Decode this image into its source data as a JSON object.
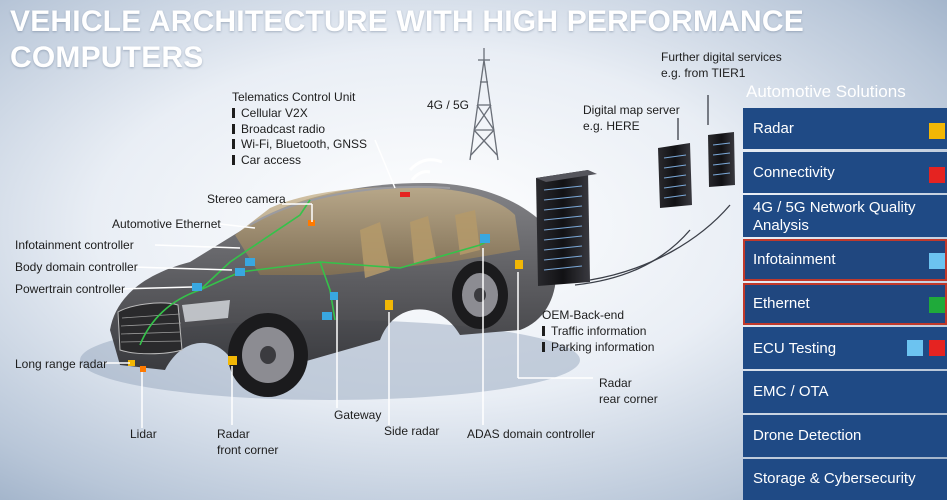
{
  "title_line1": "VEHICLE ARCHITECTURE WITH HIGH PERFORMANCE",
  "title_line2": "COMPUTERS",
  "labels": {
    "telematics": "Telematics Control Unit",
    "telematics_items": [
      "Cellular V2X",
      "Broadcast radio",
      "Wi-Fi, Bluetooth, GNSS",
      "Car access"
    ],
    "network": "4G / 5G",
    "further_services_1": "Further digital services",
    "further_services_2": "e.g. from TIER1",
    "digital_map_1": "Digital map server",
    "digital_map_2": "e.g. HERE",
    "stereo_camera": "Stereo camera",
    "auto_ethernet": "Automotive Ethernet",
    "infotainment_ctrl": "Infotainment controller",
    "body_domain": "Body domain controller",
    "powertrain": "Powertrain controller",
    "long_range_radar": "Long range radar",
    "lidar": "Lidar",
    "radar_front_1": "Radar",
    "radar_front_2": "front corner",
    "gateway": "Gateway",
    "side_radar": "Side radar",
    "adas": "ADAS domain controller",
    "radar_rear_1": "Radar",
    "radar_rear_2": "rear corner",
    "oem_backend": "OEM-Back-end",
    "oem_items": [
      "Traffic information",
      "Parking information"
    ]
  },
  "panel": {
    "heading": "Automotive Solutions",
    "items": [
      {
        "label": "Radar",
        "markers": [
          "#f2b705"
        ]
      },
      {
        "label": "Connectivity",
        "markers": [
          "#e52321"
        ]
      },
      {
        "label": "4G / 5G Network Quality Analysis",
        "markers": []
      },
      {
        "label": "Infotainment",
        "markers": [
          "#6cc3f0"
        ],
        "active": true
      },
      {
        "label": "Ethernet",
        "markers": [
          "#1faa3a"
        ],
        "active": true
      },
      {
        "label": "ECU Testing",
        "markers": [
          "#6cc3f0",
          "#e52321"
        ]
      },
      {
        "label": "EMC / OTA",
        "markers": []
      },
      {
        "label": "Drone Detection",
        "markers": []
      },
      {
        "label": "Storage & Cybersecurity",
        "markers": []
      }
    ]
  }
}
